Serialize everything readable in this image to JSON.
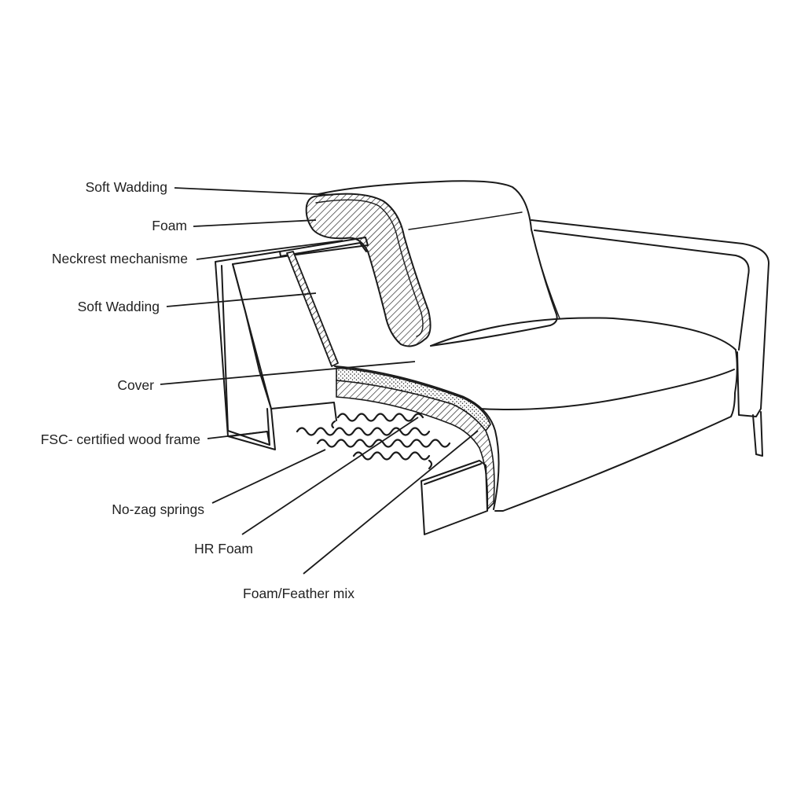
{
  "labels": {
    "soft_wadding_top": "Soft Wadding",
    "foam": "Foam",
    "neckrest_mechanisme": "Neckrest mechanisme",
    "soft_wadding_inner": "Soft Wadding",
    "cover": "Cover",
    "wood_frame": "FSC- certified wood frame",
    "springs": "No-zag springs",
    "hr_foam": "HR Foam",
    "foam_feather_mix": "Foam/Feather mix"
  },
  "colors": {
    "ink": "#1a1a1a",
    "text": "#222222",
    "background": "#ffffff"
  }
}
